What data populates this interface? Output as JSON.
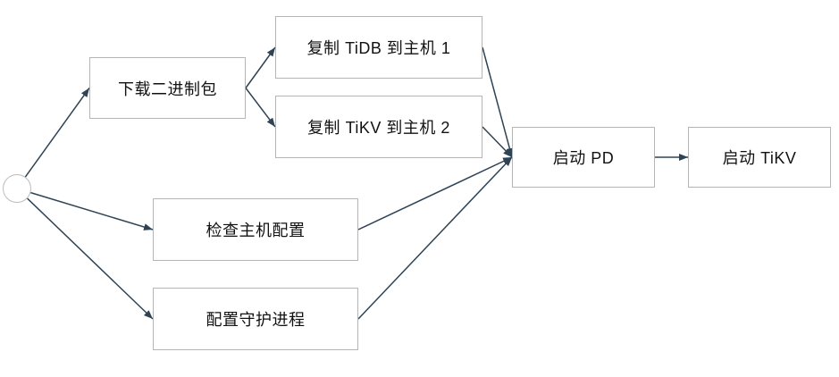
{
  "diagram": {
    "type": "flowchart",
    "direction": "left-to-right",
    "colors": {
      "background": "#ffffff",
      "connector": "#2e4356",
      "node_border": "#b5b5b5",
      "node_fill": "#ffffff",
      "text": "#111111"
    },
    "nodes": [
      {
        "id": "start",
        "shape": "circle",
        "label": ""
      },
      {
        "id": "download",
        "shape": "process",
        "label": "下载二进制包"
      },
      {
        "id": "copy-tidb",
        "shape": "process",
        "label": "复制 TiDB 到主机 1"
      },
      {
        "id": "copy-tikv",
        "shape": "process",
        "label": "复制 TiKV 到主机 2"
      },
      {
        "id": "check-host",
        "shape": "process",
        "label": "检查主机配置"
      },
      {
        "id": "config-daemon",
        "shape": "process",
        "label": "配置守护进程"
      },
      {
        "id": "start-pd",
        "shape": "process",
        "label": "启动 PD"
      },
      {
        "id": "start-tikv",
        "shape": "process",
        "label": "启动 TiKV"
      }
    ],
    "edges": [
      {
        "from": "start",
        "to": "download"
      },
      {
        "from": "start",
        "to": "check-host"
      },
      {
        "from": "start",
        "to": "config-daemon"
      },
      {
        "from": "download",
        "to": "copy-tidb"
      },
      {
        "from": "download",
        "to": "copy-tikv"
      },
      {
        "from": "copy-tidb",
        "to": "start-pd"
      },
      {
        "from": "copy-tikv",
        "to": "start-pd"
      },
      {
        "from": "check-host",
        "to": "start-pd"
      },
      {
        "from": "config-daemon",
        "to": "start-pd"
      },
      {
        "from": "start-pd",
        "to": "start-tikv"
      }
    ]
  }
}
